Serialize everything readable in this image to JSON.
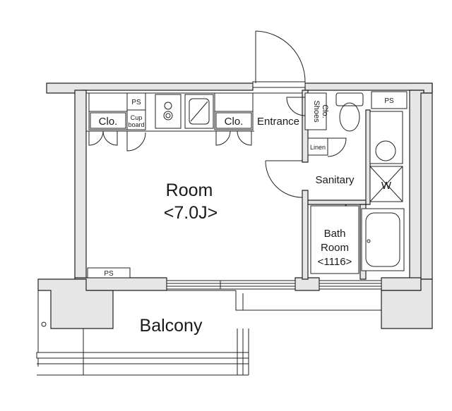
{
  "rooms": {
    "room_name": "Room",
    "room_size": "<7.0J>",
    "balcony": "Balcony",
    "entrance": "Entrance",
    "sanitary": "Sanitary",
    "bath_line1": "Bath",
    "bath_line2": "Room",
    "bath_size": "<1116>"
  },
  "fixtures": {
    "closet_left": "Clo.",
    "closet_right": "Clo.",
    "cupboard_line1": "Cup",
    "cupboard_line2": "board",
    "shoes_line1": "Shoes",
    "shoes_line2": "Clo.",
    "linen": "Linen",
    "washer": "W",
    "ps_top_left": "PS",
    "ps_top_right": "PS",
    "ps_bottom": "PS"
  },
  "colors": {
    "wall_fill": "#e6e6e6",
    "line": "#222222",
    "background": "#ffffff"
  }
}
